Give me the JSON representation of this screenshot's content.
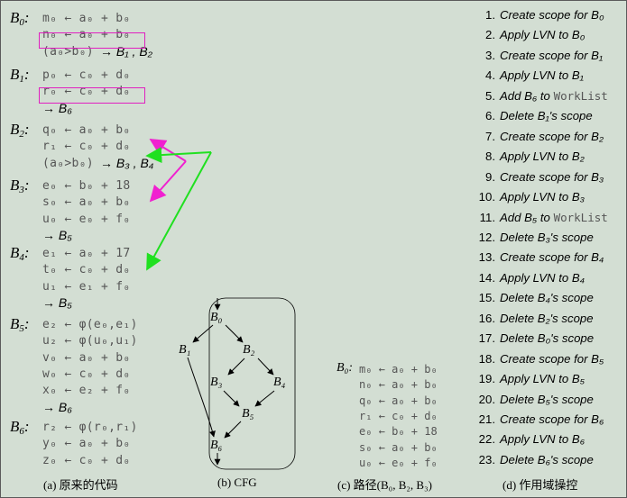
{
  "left": {
    "blocks": [
      {
        "label": "B",
        "sub": "0",
        "lines": [
          "m₀ ← a₀ + b₀",
          "n₀ ← a₀ + b₀",
          "(a₀>b₀)"
        ],
        "succ": "→ B₁ , B₂"
      },
      {
        "label": "B",
        "sub": "1",
        "lines": [
          "p₀ ← c₀ + d₀",
          "r₀ ← c₀ + d₀"
        ],
        "succ": "→  B₆"
      },
      {
        "label": "B",
        "sub": "2",
        "lines": [
          "q₀ ← a₀ + b₀",
          "r₁ ← c₀ + d₀",
          "(a₀>b₀)"
        ],
        "succ": "→ B₃ , B₄"
      },
      {
        "label": "B",
        "sub": "3",
        "lines": [
          "e₀ ← b₀ + 18",
          "s₀ ← a₀ + b₀",
          "u₀ ← e₀ + f₀"
        ],
        "succ": "→ B₅"
      },
      {
        "label": "B",
        "sub": "4",
        "lines": [
          "e₁ ← a₀ + 17",
          "t₀ ← c₀ + d₀",
          "u₁ ← e₁ + f₀"
        ],
        "succ": "→ B₅"
      },
      {
        "label": "B",
        "sub": "5",
        "lines": [
          "e₂ ← φ(e₀,e₁)",
          "u₂ ← φ(u₀,u₁)",
          "v₀ ← a₀ + b₀",
          "w₀ ← c₀ + d₀",
          "x₀ ← e₂ + f₀"
        ],
        "succ": "→ B₆"
      },
      {
        "label": "B",
        "sub": "6",
        "lines": [
          "r₂ ← φ(r₀,r₁)",
          "y₀ ← a₀ + b₀",
          "z₀ ← c₀ + d₀"
        ],
        "succ": ""
      }
    ],
    "caption": "(a) 原来的代码"
  },
  "cfg": {
    "nodes": [
      "B₀",
      "B₁",
      "B₂",
      "B₃",
      "B₄",
      "B₅",
      "B₆"
    ],
    "caption": "(b) CFG"
  },
  "path": {
    "label": "B₀:",
    "lines": [
      "m₀ ← a₀ + b₀",
      "n₀ ← a₀ + b₀",
      "q₀ ← a₀ + b₀",
      "r₁ ← c₀ + d₀",
      "e₀ ← b₀ + 18",
      "s₀ ← a₀ + b₀",
      "u₀ ← e₀ + f₀"
    ],
    "caption": "(c) 路径(B₀, B₂, B₃)"
  },
  "steps": {
    "items": [
      "Create scope for B₀",
      "Apply LVN to B₀",
      "Create scope for B₁",
      "Apply LVN to B₁",
      "Add B₆ to |WorkList",
      "Delete B₁'s scope",
      "Create scope for B₂",
      "Apply LVN to B₂",
      "Create scope for B₃",
      "Apply LVN to B₃",
      "Add B₅ to |WorkList",
      "Delete B₃'s scope",
      "Create scope for B₄",
      "Apply LVN to B₄",
      "Delete B₄'s scope",
      "Delete B₂'s scope",
      "Delete B₀'s scope",
      "Create scope for B₅",
      "Apply LVN to B₅",
      "Delete B₅'s scope",
      "Create scope for B₆",
      "Apply LVN to B₆",
      "Delete B₆'s scope"
    ],
    "caption": "(d) 作用域操控"
  },
  "colors": {
    "background": "#d3ded3",
    "highlight": "#e020c0",
    "magenta_arrow": "#f020d0",
    "green_arrow": "#20e020"
  }
}
